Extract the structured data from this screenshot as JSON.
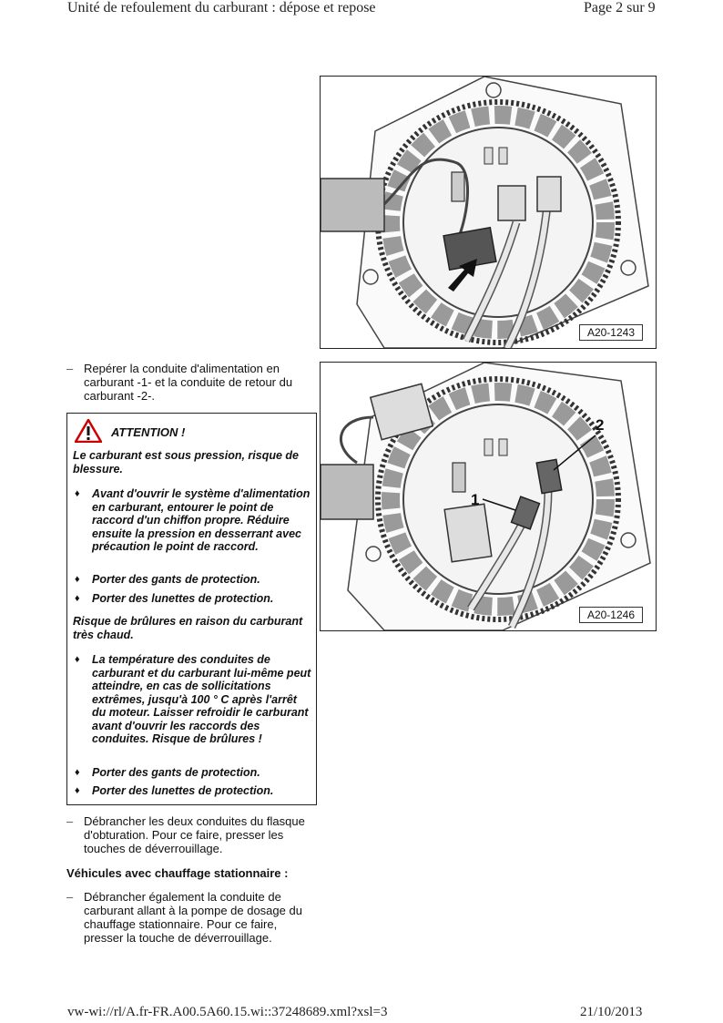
{
  "header": {
    "title": "Unité de refoulement du carburant : dépose et repose",
    "page": "Page 2 sur 9"
  },
  "figures": {
    "fig1_label": "A20-1243",
    "fig2_label": "A20-1246",
    "callout_1": "1",
    "callout_2": "2"
  },
  "steps": {
    "dash": "–",
    "step1": "Repérer la conduite d'alimentation en carburant -1- et la conduite de retour du carburant -2-.",
    "step2": "Débrancher les deux conduites du flasque d'obturation. Pour ce faire, presser les touches de déverrouillage.",
    "subheading": "Véhicules avec chauffage stationnaire :",
    "step3": "Débrancher également la conduite de carburant allant à la pompe de dosage du chauffage stationnaire. Pour ce faire, presser la touche de déverrouillage."
  },
  "warning": {
    "title": "ATTENTION !",
    "icon": "warning-triangle-icon",
    "bullet": "♦",
    "para1": "Le carburant est sous pression, risque de blessure.",
    "list1": [
      "Avant d'ouvrir le système d'alimentation en carburant, entourer le point de raccord d'un chiffon propre. Réduire ensuite la pression en desserrant avec précaution le point de raccord.",
      "Porter des gants de protection.",
      "Porter des lunettes de protection."
    ],
    "para2": "Risque de brûlures en raison du carburant très chaud.",
    "list2": [
      "La température des conduites de carburant et du carburant lui-même peut atteindre, en cas de sollicitations extrêmes, jusqu'à 100 ° C après l'arrêt du moteur. Laisser refroidir le carburant avant d'ouvrir les raccords des conduites. Risque de brûlures !",
      "Porter des gants de protection.",
      "Porter des lunettes de protection."
    ]
  },
  "footer": {
    "url": "vw-wi://rl/A.fr-FR.A00.5A60.15.wi::37248689.xml?xsl=3",
    "date": "21/10/2013"
  }
}
